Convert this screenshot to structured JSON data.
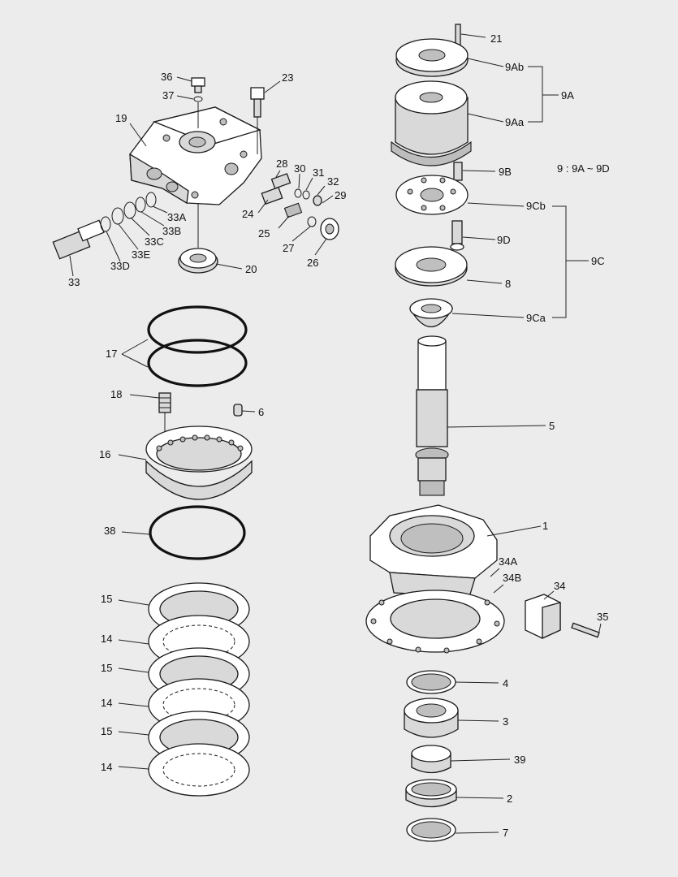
{
  "legend_note": "9 : 9A ~ 9D",
  "labels": {
    "l1": "1",
    "l2": "2",
    "l3": "3",
    "l4": "4",
    "l5": "5",
    "l6": "6",
    "l7": "7",
    "l8": "8",
    "l9ab": "9Ab",
    "l9aa": "9Aa",
    "l9a": "9A",
    "l9b": "9B",
    "l9cb": "9Cb",
    "l9d": "9D",
    "l9c": "9C",
    "l9ca": "9Ca",
    "l14a": "14",
    "l14b": "14",
    "l14c": "14",
    "l15a": "15",
    "l15b": "15",
    "l15c": "15",
    "l16": "16",
    "l17": "17",
    "l18": "18",
    "l19": "19",
    "l20": "20",
    "l21": "21",
    "l23": "23",
    "l24": "24",
    "l25": "25",
    "l26": "26",
    "l27": "27",
    "l28": "28",
    "l29": "29",
    "l30": "30",
    "l31": "31",
    "l32": "32",
    "l33": "33",
    "l33a": "33A",
    "l33b": "33B",
    "l33c": "33C",
    "l33d": "33D",
    "l33e": "33E",
    "l34": "34",
    "l34a": "34A",
    "l34b": "34B",
    "l35": "35",
    "l36": "36",
    "l37": "37",
    "l38": "38",
    "l39": "39"
  }
}
